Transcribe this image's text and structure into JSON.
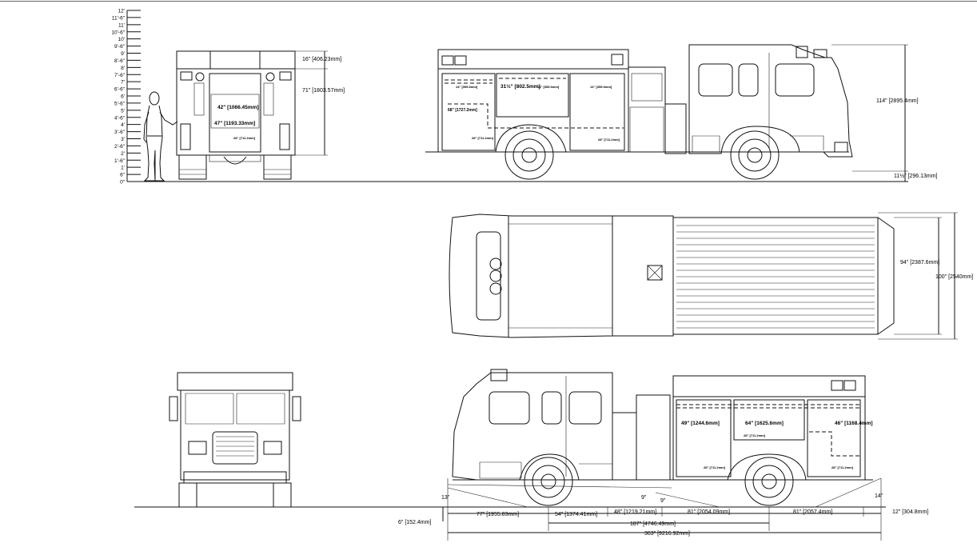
{
  "ruler": {
    "ticks": [
      "12'",
      "11'-6\"",
      "11'",
      "10'-6\"",
      "10'",
      "9'-6\"",
      "9'",
      "8'-6\"",
      "8'",
      "7'-6\"",
      "7'",
      "6'-6\"",
      "6'",
      "5'-6\"",
      "5'",
      "4'-6\"",
      "4'",
      "3'-6\"",
      "3'",
      "2'-6\"",
      "2'",
      "1'-6\"",
      "1'",
      "6\"",
      "0\""
    ]
  },
  "rear_view": {
    "dim_top": "16\" [406.23mm]",
    "dim_height": "71\" [1803.57mm]",
    "dim_compartment_w": "42\" [1066.45mm]",
    "dim_compartment_w2": "47\" [1193.33mm]",
    "dim_small": "28\" [711.2mm]"
  },
  "side_view_top": {
    "dim_overall_height": "114\" [2895.4mm]",
    "dim_ground": "11½\" [296.13mm]",
    "comp_labels": [
      "14\" [355.6mm]",
      "31½\" [802.5mm]",
      "14\" [355.6mm]",
      "14\" [355.6mm]"
    ],
    "dim_68": "68\" [1727.2mm]",
    "dim_28a": "28\" [711.2mm]",
    "dim_28b": "28\" [711.2mm]"
  },
  "plan_view": {
    "dim_width_inner": "94\" [2387.6mm]",
    "dim_width_outer": "100\" [2540mm]"
  },
  "side_view_bottom": {
    "comp_labels": [
      "49\" [1244.6mm]",
      "64\" [1625.6mm]",
      "46\" [1168.4mm]"
    ],
    "small_labels": [
      "28\" [711.2mm]",
      "28\" [711.2mm]",
      "28\" [711.2mm]"
    ],
    "dims": {
      "d13": "13\"",
      "d14": "14\"",
      "d9a": "9\"",
      "d9b": "9\"",
      "d6": "6\" [152.4mm]",
      "d77": "77\" [1955.83mm]",
      "d54": "54\" [1374.41mm]",
      "d48": "48\" [1219.21mm]",
      "d81a": "81\" [2054.09mm]",
      "d81b": "81\" [2057.4mm]",
      "d12": "12\" [304.8mm]",
      "d187": "187\" [4746.49mm]",
      "d363": "363\" [9216.92mm]"
    }
  }
}
